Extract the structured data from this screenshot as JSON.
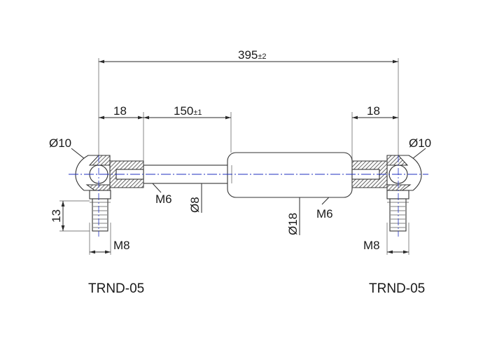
{
  "dimensions": {
    "overall_length": "395",
    "overall_tol": "±2",
    "stroke": "150",
    "stroke_tol": "±1",
    "end_fitting_left": "18",
    "end_fitting_right": "18",
    "ball_dia_left": "Ø10",
    "ball_dia_right": "Ø10",
    "rod_thread_left": "M6",
    "rod_thread_right": "M6",
    "rod_dia": "Ø8",
    "tube_dia": "Ø18",
    "stud_length": "13",
    "stud_thread_left": "M8",
    "stud_thread_right": "M8"
  },
  "labels": {
    "fitting_left": "TRND-05",
    "fitting_right": "TRND-05"
  },
  "colors": {
    "centerline": "#1f2fbf"
  }
}
